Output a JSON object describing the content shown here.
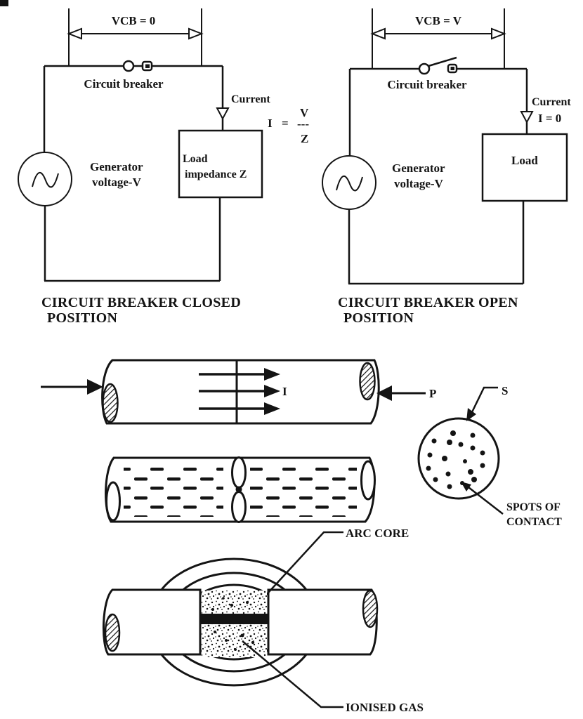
{
  "colors": {
    "background": "#ffffff",
    "line": "#141414"
  },
  "left_circuit": {
    "vcb_label": "VCB = 0",
    "breaker_label": "Circuit breaker",
    "current_label": "Current",
    "formula": {
      "lhs": "I",
      "eq": "=",
      "numerator": "V",
      "fraction_bar": "---",
      "denominator": "Z"
    },
    "generator_label_line1": "Generator",
    "generator_label_line2": "voltage-V",
    "load_label_line1": "Load",
    "load_label_line2": "impedance Z",
    "caption_line1": "CIRCUIT BREAKER CLOSED",
    "caption_line2": "POSITION"
  },
  "right_circuit": {
    "vcb_label": "VCB = V",
    "breaker_label": "Circuit breaker",
    "current_label": "Current",
    "current_value": "I = 0",
    "generator_label_line1": "Generator",
    "generator_label_line2": "voltage-V",
    "load_label": "Load",
    "caption_line1": "CIRCUIT BREAKER OPEN",
    "caption_line2": "POSITION"
  },
  "contact_diagrams": {
    "current_arrow_label": "I",
    "pressure_label": "P",
    "surface_label": "S",
    "spots_label_line1": "SPOTS OF",
    "spots_label_line2": "CONTACT",
    "arc_core_label": "ARC CORE",
    "ionised_gas_label": "IONISED GAS"
  }
}
